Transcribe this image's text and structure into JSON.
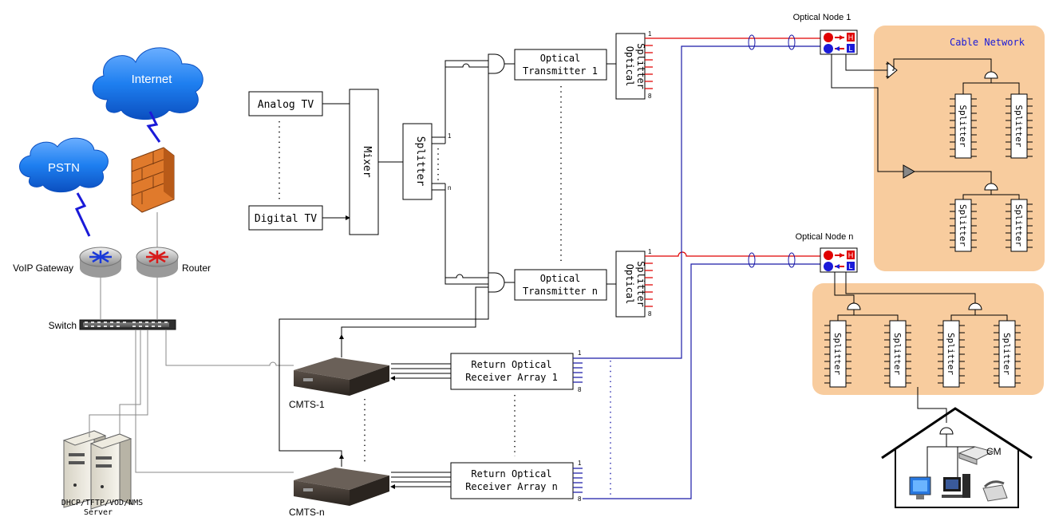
{
  "clouds": {
    "internet": "Internet",
    "pstn": "PSTN"
  },
  "devices": {
    "voip_gateway": "VoIP Gateway",
    "router": "Router",
    "switch": "Switch",
    "server": "DHCP/TFTP/VOD/NMS",
    "server_line2": "Server",
    "cmts_1": "CMTS-1",
    "cmts_n": "CMTS-n"
  },
  "headend": {
    "analog_tv": "Analog TV",
    "digital_tv": "Digital TV",
    "mixer": "Mixer",
    "splitter": "Splitter",
    "port_1": "1",
    "port_n": "n",
    "tx1_line1": "Optical",
    "tx1_line2": "Transmitter 1",
    "txn_line1": "Optical",
    "txn_line2": "Transmitter n",
    "osplit_line1": "Optical",
    "osplit_line2": "Splitter",
    "osplit_port_1": "1",
    "osplit_port_8": "8",
    "rx1_line1": "Return Optical",
    "rx1_line2": "Receiver Array 1",
    "rxn_line1": "Return Optical",
    "rxn_line2": "Receiver Array n"
  },
  "nodes": {
    "node_1": "Optical Node 1",
    "node_n": "Optical Node n",
    "h_label": "H",
    "l_label": "L"
  },
  "cable_network": {
    "title": "Cable Network",
    "splitter": "Splitter"
  },
  "home": {
    "cm": "CM"
  },
  "colors": {
    "cloud": "#1e7ff0",
    "network_bg": "#f8cc9e",
    "downstream": "#e00000",
    "upstream": "#1a1aa8",
    "firewall": "#e07a2c",
    "cmts": "#3b342e"
  }
}
